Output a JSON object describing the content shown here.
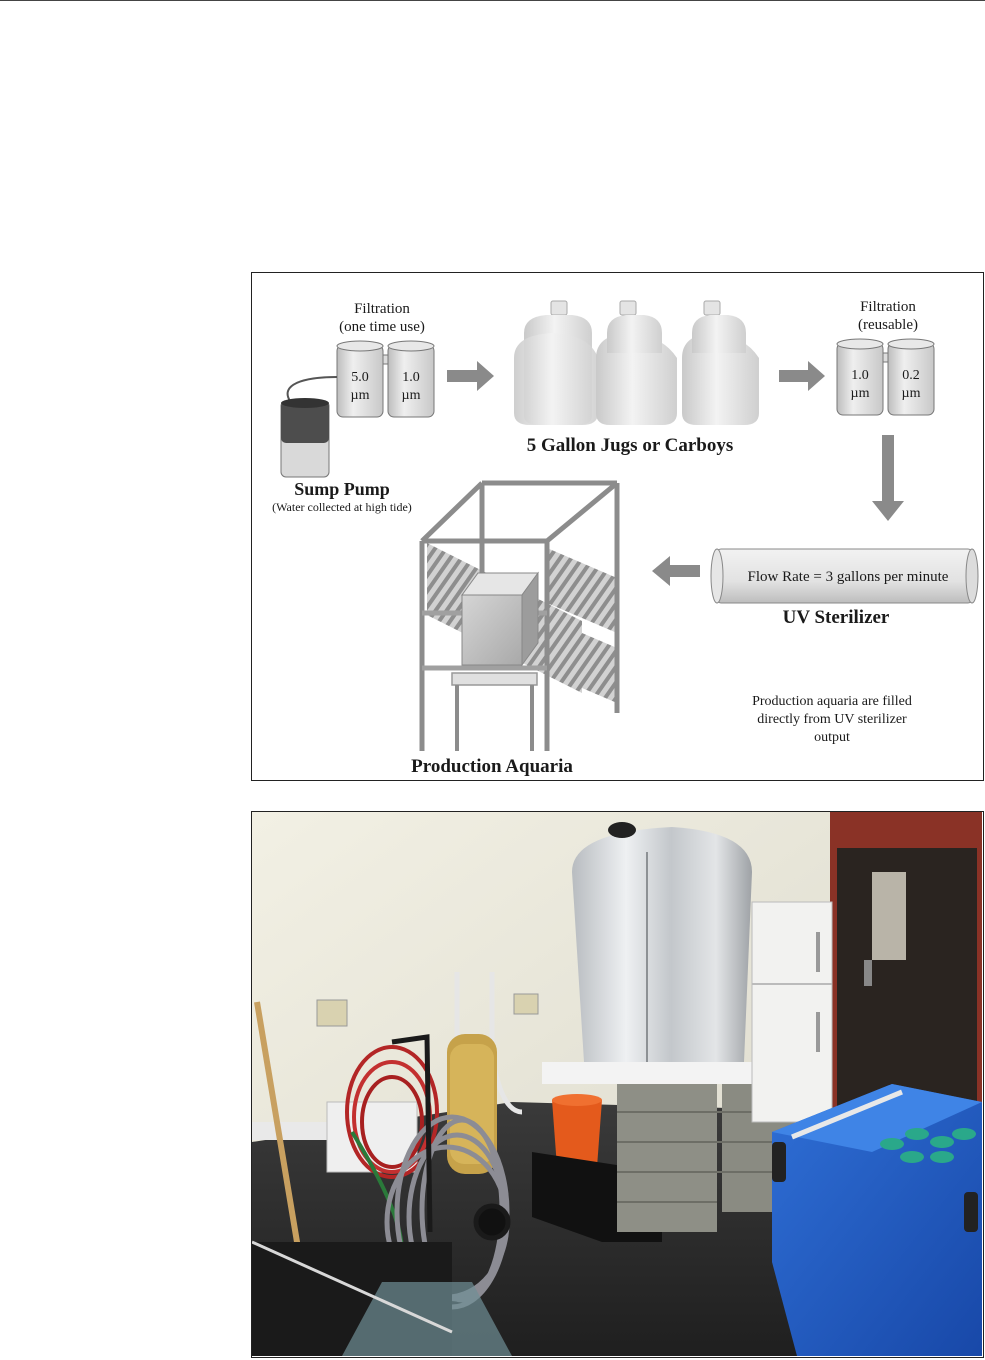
{
  "diagram": {
    "filtration_one_time": {
      "title": "Filtration",
      "subtitle": "(one time use)",
      "filters": [
        {
          "size": "5.0",
          "unit": "µm"
        },
        {
          "size": "1.0",
          "unit": "µm"
        }
      ]
    },
    "filtration_reusable": {
      "title": "Filtration",
      "subtitle": "(reusable)",
      "filters": [
        {
          "size": "1.0",
          "unit": "µm"
        },
        {
          "size": "0.2",
          "unit": "µm"
        }
      ]
    },
    "sump_pump": {
      "label": "Sump Pump",
      "note": "(Water collected at high tide)"
    },
    "jugs": {
      "label": "5 Gallon Jugs or Carboys"
    },
    "uv_sterilizer": {
      "flow_rate": "Flow Rate = 3 gallons per minute",
      "label": "UV Sterilizer"
    },
    "aquaria": {
      "label": "Production Aquaria",
      "note_lines": [
        "Production aquaria are filled",
        "directly from UV sterilizer",
        "output"
      ]
    }
  },
  "photo": {
    "subject": "water-treatment-room-photo"
  }
}
